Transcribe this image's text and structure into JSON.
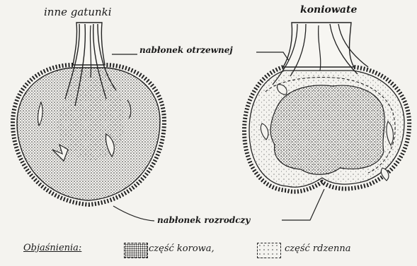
{
  "labels": {
    "left_title": "inne gatunki",
    "right_title": "koniowate",
    "outer_membrane": "nabłonek otrzewnej",
    "reproductive_membrane": "nabłonek rozrodczy"
  },
  "legend": {
    "title": "Objaśnienia:",
    "cortex": "część korowa,",
    "medulla": "część rdzenna"
  },
  "colors": {
    "ink": "#1c1c1c",
    "paper": "#f4f3ef"
  }
}
